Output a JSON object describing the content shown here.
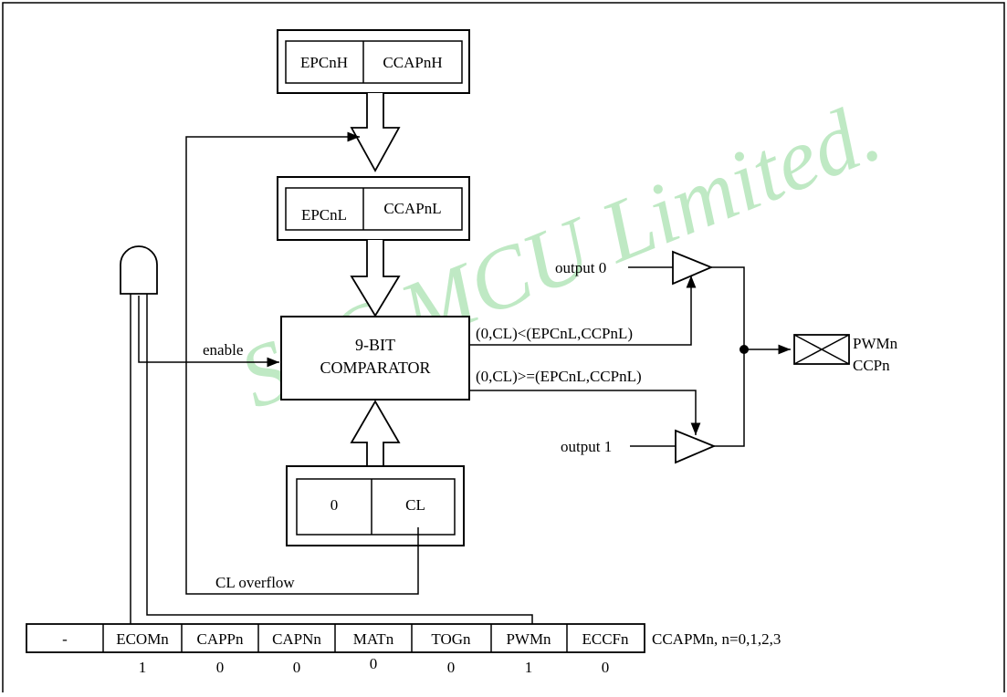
{
  "watermark": "STC MCU Limited.",
  "registers": {
    "high": [
      "EPCnH",
      "CCAPnH"
    ],
    "low": [
      "EPCnL",
      "CCAPnL"
    ],
    "counter": [
      "0",
      "CL"
    ]
  },
  "comparator": {
    "line1": "9-BIT",
    "line2": "COMPARATOR"
  },
  "signals": {
    "enable": "enable",
    "overflow": "CL overflow",
    "less": "(0,CL)<(EPCnL,CCPnL)",
    "greater_equal": "(0,CL)>=(EPCnL,CCPnL)",
    "output0": "output 0",
    "output1": "output 1",
    "pin1": "PWMn",
    "pin2": "CCPn"
  },
  "ccapm": {
    "name": "CCAPMn, n=0,1,2,3",
    "bits": [
      "-",
      "ECOMn",
      "CAPPn",
      "CAPNn",
      "MATn",
      "TOGn",
      "PWMn",
      "ECCFn"
    ],
    "values": [
      "",
      "1",
      "0",
      "0",
      "0",
      "0",
      "1",
      "0"
    ]
  }
}
